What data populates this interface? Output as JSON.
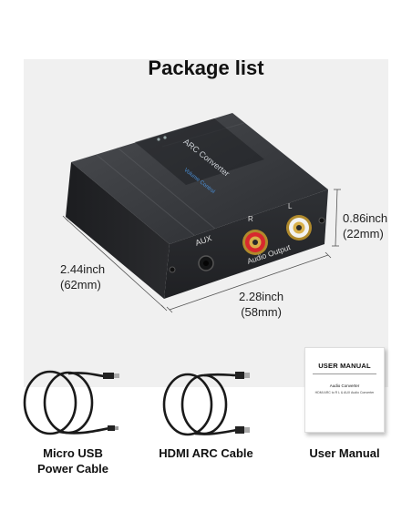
{
  "title": "Package list",
  "device": {
    "brand_label": "ARC Converter",
    "sub_label": "Volume Control",
    "aux_label": "AUX",
    "output_label": "Audio Output",
    "left_label": "L",
    "right_label": "R"
  },
  "dimensions": {
    "depth_in": "2.44inch",
    "depth_mm": "(62mm)",
    "width_in": "2.28inch",
    "width_mm": "(58mm)",
    "height_in": "0.86inch",
    "height_mm": "(22mm)"
  },
  "items": [
    {
      "line1": "Micro USB",
      "line2": "Power Cable"
    },
    {
      "line1": "HDMI ARC Cable",
      "line2": ""
    },
    {
      "line1": "User Manual",
      "line2": ""
    }
  ],
  "manual": {
    "title": "USER MANUAL",
    "subtitle": "Audio Converter",
    "small": "HDMI ARC to R L & AUX Audio Converter"
  },
  "colors": {
    "panel": "#f0f0f0",
    "device_body": "#2b2d30",
    "rca_red": "#d8282e",
    "rca_white": "#f2f2f2",
    "label_blue": "#4a90d9"
  }
}
